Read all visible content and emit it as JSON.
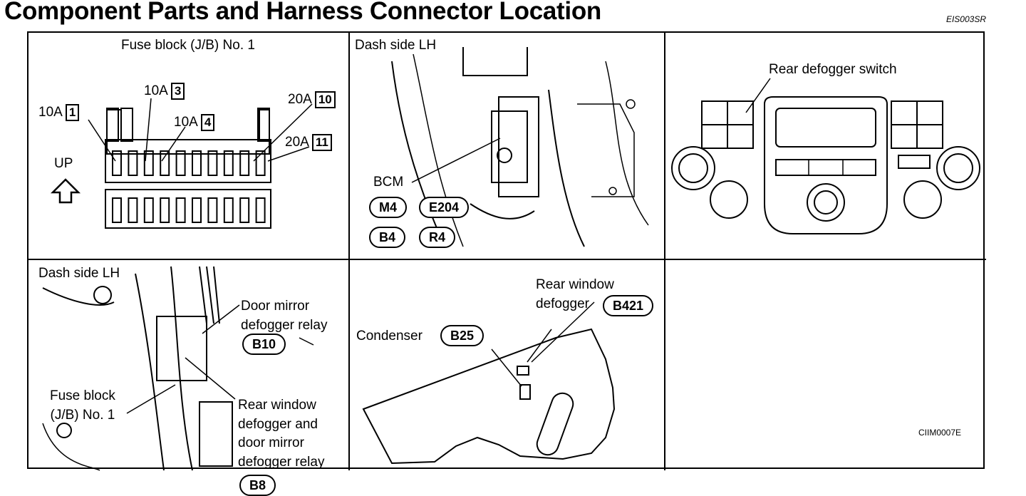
{
  "header": {
    "title": "Component Parts and Harness Connector Location",
    "code": "EIS003SR"
  },
  "panel1": {
    "title": "Fuse block (J/B) No. 1",
    "fuse1": {
      "amps": "10A",
      "num": "1"
    },
    "fuse3": {
      "amps": "10A",
      "num": "3"
    },
    "fuse4": {
      "amps": "10A",
      "num": "4"
    },
    "fuse10": {
      "amps": "20A",
      "num": "10"
    },
    "fuse11": {
      "amps": "20A",
      "num": "11"
    },
    "up": "UP"
  },
  "panel2": {
    "title": "Dash side LH",
    "bcm": "BCM",
    "connectors": [
      "M4",
      "E204",
      "B4",
      "R4"
    ]
  },
  "panel3": {
    "label": "Rear defogger switch"
  },
  "panel4": {
    "title": "Dash side LH",
    "door_mirror_relay": [
      "Door mirror",
      "defogger relay"
    ],
    "door_mirror_connector": "B10",
    "fuse_block": [
      "Fuse block",
      "(J/B) No. 1"
    ],
    "rear_relay": [
      "Rear window",
      "defogger and",
      "door mirror",
      "defogger relay"
    ],
    "rear_relay_connector": "B8"
  },
  "panel5": {
    "rear_window": [
      "Rear window",
      "defogger"
    ],
    "rear_window_connector": "B421",
    "condenser": "Condenser",
    "condenser_connector": "B25"
  },
  "panel6": {
    "code": "CIIM0007E"
  }
}
